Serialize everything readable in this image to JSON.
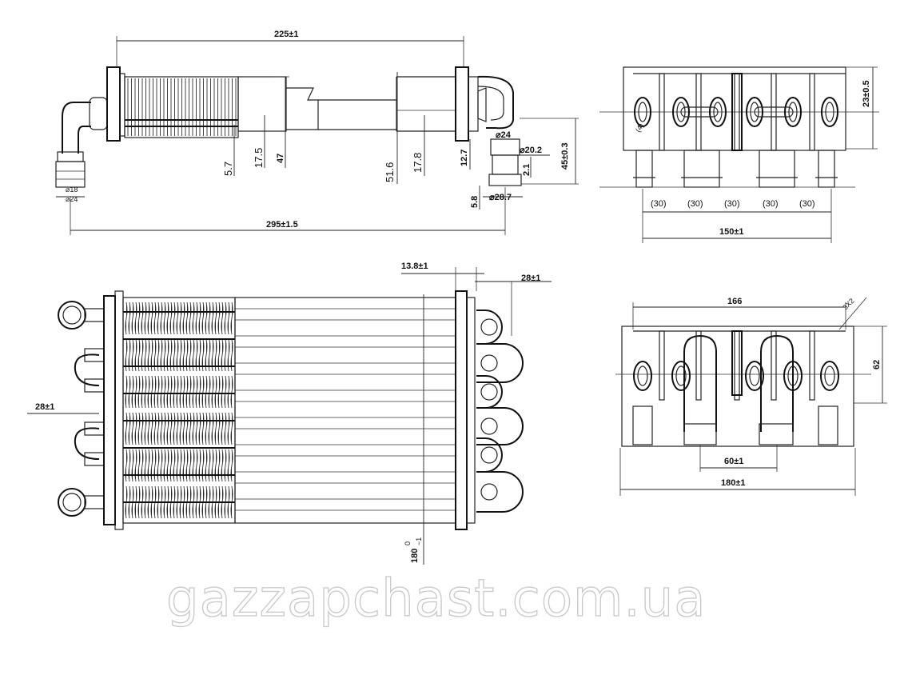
{
  "top_view": {
    "dim_225": "225±1",
    "dim_295": "295±1.5",
    "dim_5_7": "5.7",
    "dim_17_5": "17.5",
    "dim_47": "47",
    "dim_51_6": "51.6",
    "dim_17_8": "17.8",
    "dim_12_7": "12.7",
    "dim_d24": "⌀24",
    "dim_d20_2": "⌀20.2",
    "dim_2_1": "2.1",
    "dim_45": "45±0.3",
    "dim_5_8": "5.8",
    "dim_d28_7": "⌀28.7",
    "small_a": "⌀18",
    "small_b": "⌀24"
  },
  "front_view": {
    "dim_13_8": "13.8±1",
    "dim_28_right": "28±1",
    "dim_28_left": "28±1",
    "dim_180": "180",
    "dim_180_up": "0",
    "dim_180_low": "−1"
  },
  "end_view_top": {
    "spacing_labels": [
      "(30)",
      "(30)",
      "(30)",
      "(30)",
      "(30)"
    ],
    "dim_150": "150±1",
    "dim_23": "23±0.5",
    "rot_label": "(4)"
  },
  "end_view_bottom": {
    "dim_166": "166",
    "dim_3x2": "3X2",
    "dim_62": "62",
    "dim_60": "60±1",
    "dim_180": "180±1"
  },
  "watermark": "gazzapchast.com.ua"
}
